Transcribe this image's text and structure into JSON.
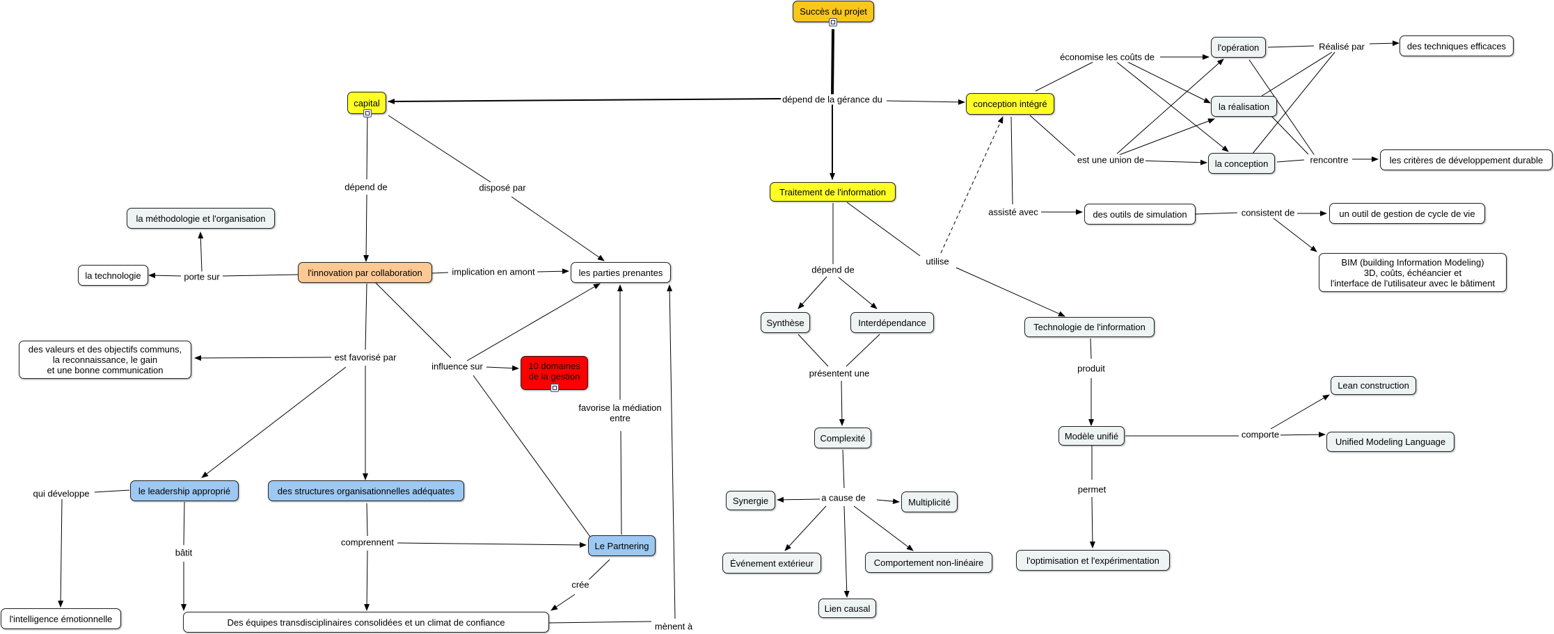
{
  "nodes": {
    "succes": "Succès du projet",
    "capital": "capital",
    "conception": "conception intégré",
    "traitement": "Traitement de l'information",
    "methodologie": "la méthodologie et l'organisation",
    "technologie": "la technologie",
    "innovation": "l'innovation par collaboration",
    "parties": "les parties prenantes",
    "valeurs": "des valeurs et des objectifs communs,\nla reconnaissance, le gain\net une bonne communication",
    "domaines": "10 domaines\nde la gestion",
    "leadership": "le leadership approprié",
    "structures": "des structures organisationnelles adéquates",
    "partnering": "Le Partnering",
    "intelligence": "l'intelligence émotionnelle",
    "equipes": "Des équipes transdisciplinaires consolidées et un climat de confiance",
    "operation": "l'opération",
    "realisation": "la réalisation",
    "laconception": "la conception",
    "techniques": "des techniques efficaces",
    "criteres": "les critères de développement durable",
    "outils": "des outils de simulation",
    "gestion_cycle": "un outil de gestion de cycle de vie",
    "bim": "BIM (building Information Modeling)\n3D, coûts, échéancier et\nl'interface de l'utilisateur avec le bâtiment",
    "synthese": "Synthèse",
    "interdependance": "Interdépendance",
    "technologie_info": "Technologie de l'information",
    "complexite": "Complexité",
    "synergie": "Synergie",
    "multiplicite": "Multiplicité",
    "evenement": "Événement extérieur",
    "comportement": "Comportement non-linéaire",
    "lien": "Lien causal",
    "modele": "Modèle unifié",
    "lean": "Lean construction",
    "uml": "Unified Modeling Language",
    "optimisation": "l'optimisation et l'expérimentation"
  },
  "links": {
    "depend_gerance": "dépend de la gérance du",
    "depend_de_capital": "dépend de",
    "dispose_par": "disposé par",
    "porte_sur": "porte sur",
    "implication": "implication en amont",
    "favorise_par": "est favorisé par",
    "influence_sur": "influence sur",
    "favorise_mediation": "favorise la médiation\nentre",
    "qui_developpe": "qui développe",
    "batit": "bâtit",
    "comprennent": "comprennent",
    "cree": "crée",
    "menent_a": "mènent à",
    "economise": "économise les coûts de",
    "realise_par": "Réalisé par",
    "union": "est une union de",
    "rencontre": "rencontre",
    "assiste": "assisté avec",
    "consistent": "consistent de",
    "depend_de_trait": "dépend de",
    "utilise": "utilise",
    "presentent": "présentent une",
    "a_cause": "a cause de",
    "produit": "produit",
    "comporte": "comporte",
    "permet": "permet"
  }
}
